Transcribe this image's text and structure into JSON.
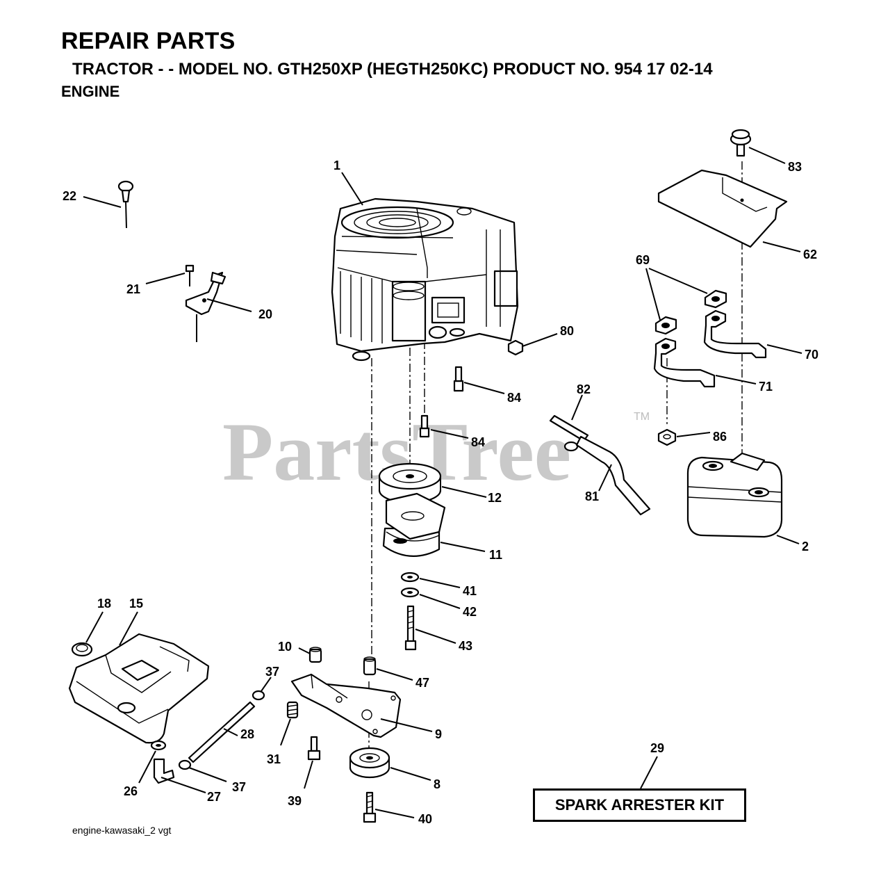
{
  "header": {
    "title": "REPAIR PARTS",
    "subtitle": "TRACTOR - - MODEL NO. GTH250XP (HEGTH250KC) PRODUCT NO. 954 17 02-14",
    "section": "ENGINE"
  },
  "watermark": {
    "text": "PartsTree",
    "trademark": "TM"
  },
  "footer": {
    "drawing_id": "engine-kawasaki_2 vgt"
  },
  "kit_box": {
    "label": "SPARK ARRESTER KIT"
  },
  "callouts": {
    "c1": "1",
    "c2": "2",
    "c8": "8",
    "c9": "9",
    "c10": "10",
    "c11": "11",
    "c12": "12",
    "c15": "15",
    "c18": "18",
    "c20": "20",
    "c21": "21",
    "c22": "22",
    "c26": "26",
    "c27": "27",
    "c28": "28",
    "c29": "29",
    "c31": "31",
    "c37a": "37",
    "c37b": "37",
    "c39": "39",
    "c40": "40",
    "c41": "41",
    "c42": "42",
    "c43": "43",
    "c47": "47",
    "c62": "62",
    "c69": "69",
    "c70": "70",
    "c71": "71",
    "c80": "80",
    "c81": "81",
    "c82": "82",
    "c83": "83",
    "c84a": "84",
    "c84b": "84",
    "c86": "86"
  }
}
